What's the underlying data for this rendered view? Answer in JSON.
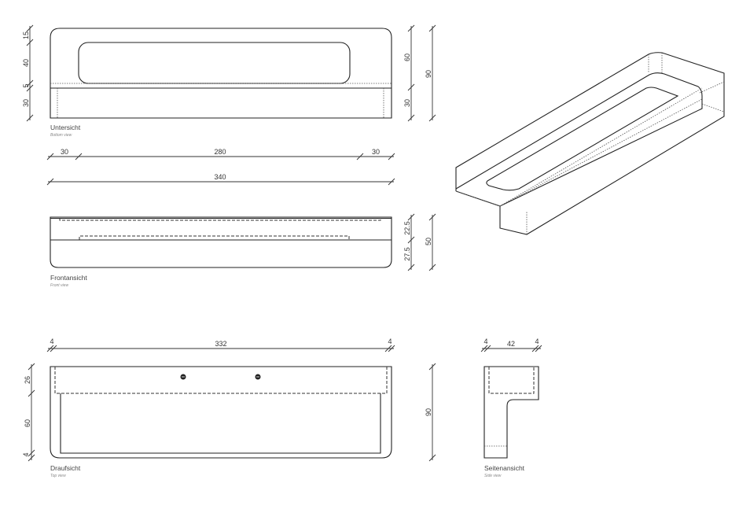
{
  "views": {
    "bottom": {
      "title": "Untersicht",
      "subtitle": "Bottom view",
      "dims_left": [
        "15",
        "40",
        "5",
        "30"
      ],
      "dims_right": [
        "60",
        "30"
      ],
      "dim_total": "90",
      "dims_width": [
        "30",
        "280",
        "30"
      ],
      "width_total": "340"
    },
    "front": {
      "title": "Frontansicht",
      "subtitle": "Front view",
      "dims_right": [
        "22.5",
        "27.5"
      ],
      "dim_total": "50"
    },
    "top": {
      "title": "Draufsicht",
      "subtitle": "Top view",
      "dims_width": [
        "4",
        "332",
        "4"
      ],
      "dims_left": [
        "26",
        "60",
        "4"
      ],
      "dim_total": "90"
    },
    "side": {
      "title": "Seitenansicht",
      "subtitle": "Side view",
      "dims_width": [
        "4",
        "42",
        "4"
      ]
    }
  }
}
